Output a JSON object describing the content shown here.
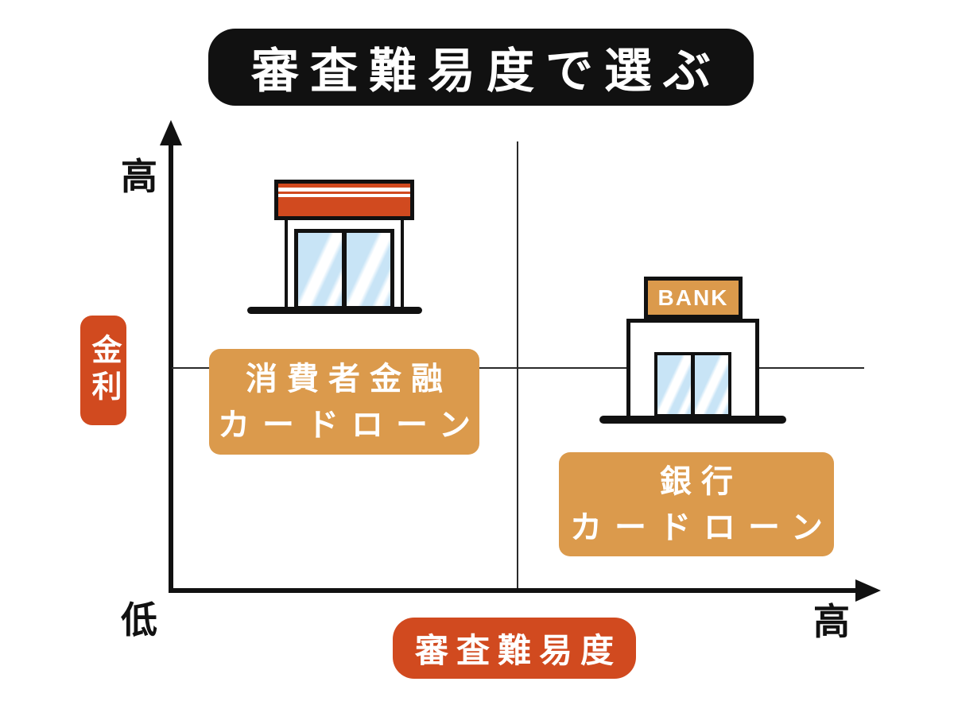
{
  "title": {
    "text": "審査難易度で選ぶ"
  },
  "colors": {
    "vermillion": "#d14a1f",
    "tan": "#db9a4c",
    "glass": "#c8e4f6",
    "ink": "#111111",
    "white": "#ffffff"
  },
  "axes": {
    "y": {
      "label": "金利",
      "top_label": "高",
      "bottom_label": "低"
    },
    "x": {
      "label": "審査難易度",
      "right_label": "高"
    }
  },
  "items": {
    "consumer": {
      "label_line1": "消費者金融",
      "label_line2": "カードローン",
      "quadrant": "top-left"
    },
    "bank": {
      "sign_text": "BANK",
      "label_line1": "銀行",
      "label_line2": "カードローン",
      "quadrant": "bottom-right"
    }
  }
}
